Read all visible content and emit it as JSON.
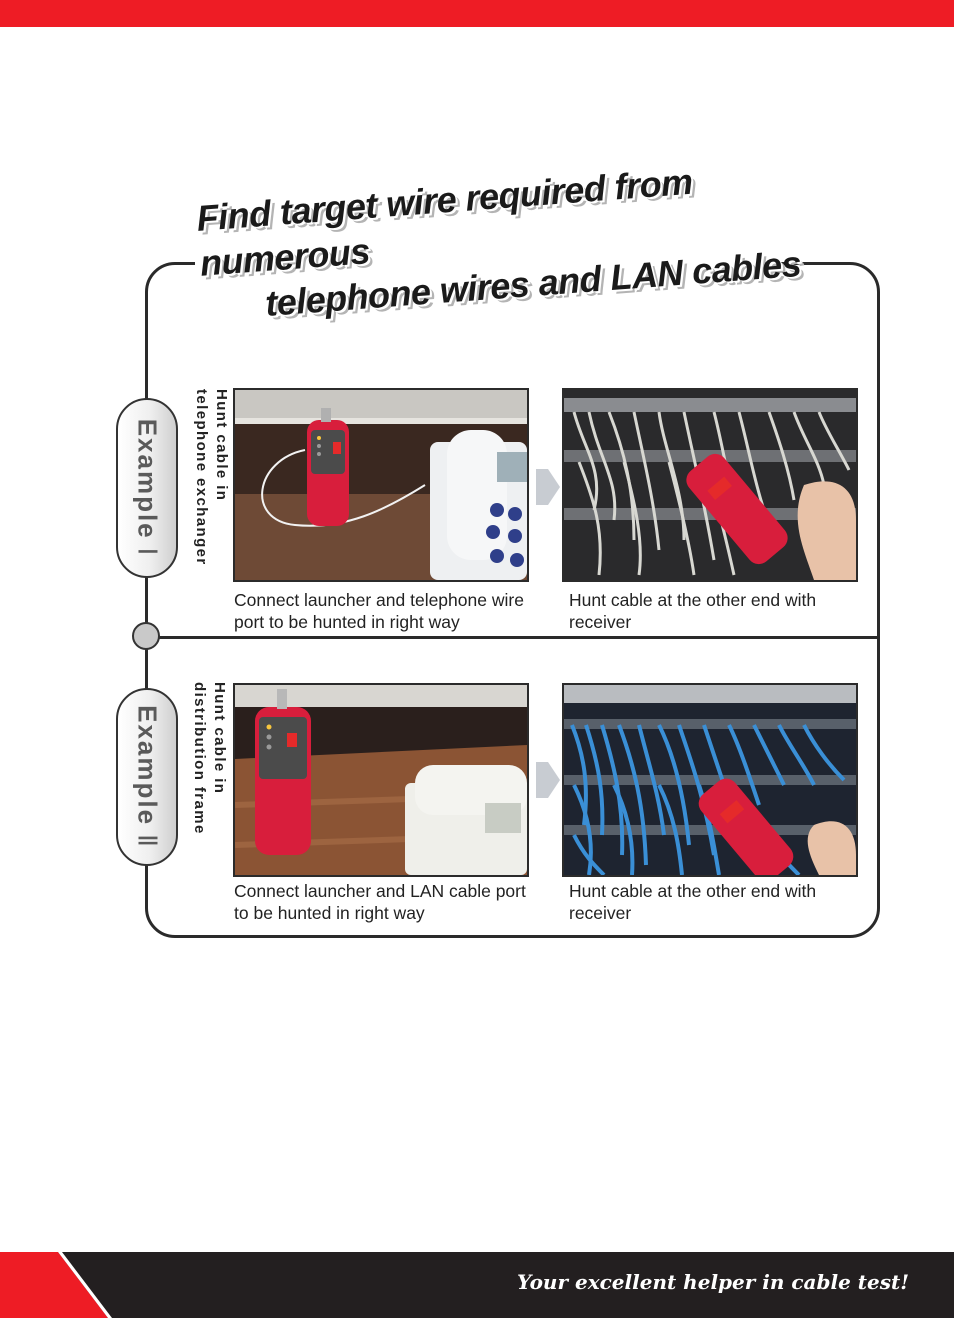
{
  "title": {
    "line1": "Find target wire required from numerous",
    "line2": "telephone wires and LAN cables"
  },
  "examples": [
    {
      "label": "Example",
      "numeral": "Ⅰ",
      "side_label_line1": "Hunt cable in",
      "side_label_line2": "telephone exchanger",
      "caption_left": "Connect launcher and telephone wire port to be hunted in right way",
      "caption_right": "Hunt cable at the other end with receiver",
      "left_photo_icon": "cable-tracer-telephone-photo",
      "right_photo_icon": "patch-panel-gray-cables-photo"
    },
    {
      "label": "Example",
      "numeral": "Ⅱ",
      "side_label_line1": "Hunt cable in",
      "side_label_line2": "distribution frame",
      "caption_left": "Connect launcher and LAN cable port to be hunted in right way",
      "caption_right": "Hunt cable at the other end with receiver",
      "left_photo_icon": "cable-tracer-desk-photo",
      "right_photo_icon": "patch-panel-blue-cables-photo"
    }
  ],
  "footer": {
    "slogan": "Your excellent helper in cable test!"
  },
  "colors": {
    "brand_red": "#ee1c25",
    "footer_dark": "#231f20",
    "tester_red": "#d81e3c",
    "lan_blue": "#3a8fd6"
  }
}
